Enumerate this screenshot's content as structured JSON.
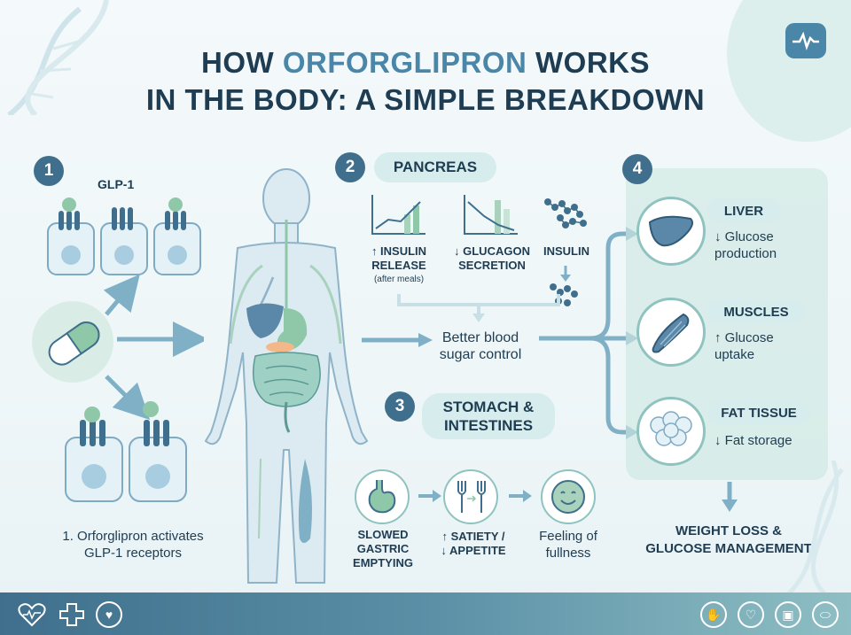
{
  "title": {
    "line1_pre": "HOW",
    "line1_accent": "ORFORGLIPRON",
    "line1_post": "WORKS",
    "line2": "IN THE BODY: A SIMPLE BREAKDOWN"
  },
  "step1": {
    "badge": "1",
    "receptor_label": "GLP-1",
    "caption_line1": "1. Orforglipron activates",
    "caption_line2": "GLP-1 receptors"
  },
  "step2": {
    "badge": "2",
    "pill": "PANCREAS",
    "insulin_release_l1": "↑ INSULIN",
    "insulin_release_l2": "RELEASE",
    "insulin_release_note": "(after meals)",
    "glucagon_l1": "↓ GLUCAGON",
    "glucagon_l2": "SECRETION",
    "insulin_label": "INSULIN"
  },
  "center": {
    "outcome_l1": "Better blood",
    "outcome_l2": "sugar control"
  },
  "step3": {
    "badge": "3",
    "pill_l1": "STOMACH &",
    "pill_l2": "INTESTINES",
    "item1_l1": "SLOWED",
    "item1_l2": "GASTRIC",
    "item1_l3": "EMPTYING",
    "item2_l1": "↑ SATIETY /",
    "item2_l2": "↓ APPETITE",
    "item3_l1": "Feeling of",
    "item3_l2": "fullness"
  },
  "step4": {
    "badge": "4",
    "liver_pill": "LIVER",
    "liver_l1": "↓ Glucose",
    "liver_l2": "production",
    "muscles_pill": "MUSCLES",
    "muscles_l1": "↑ Glucose",
    "muscles_l2": "uptake",
    "fat_pill": "FAT TISSUE",
    "fat_l1": "↓ Fat storage",
    "result_l1": "WEIGHT LOSS &",
    "result_l2": "GLUCOSE MANAGEMENT"
  },
  "colors": {
    "navy": "#1e3c52",
    "accent": "#4a86a8",
    "badge": "#3f6f8c",
    "pill": "#d7ecec",
    "arrow": "#7fb0c6"
  }
}
